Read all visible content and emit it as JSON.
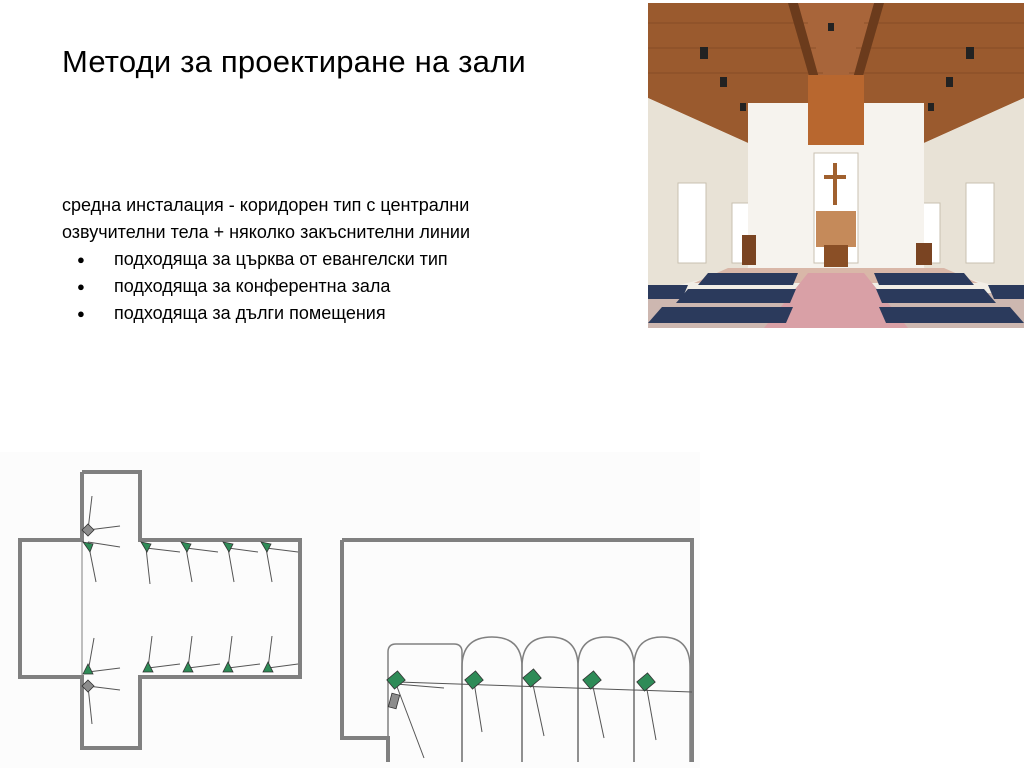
{
  "slide": {
    "title": "Методи за проектиране на зали",
    "intro_line1": "средна инсталация - коридорен тип с централни",
    "intro_line2": "озвучителни тела + няколко закъснителни линии",
    "bullets": [
      "подходяща за църква от евангелски тип",
      "подходяща за конферентна зала",
      "подходяща за дълги помещения"
    ]
  },
  "colors": {
    "plan_wall": "#808080",
    "speaker_green": "#2e8b57",
    "speaker_grey": "#8c8c8c",
    "wood": "#9a5a2e",
    "pews": "#2b3a5c",
    "carpet": "#d9a0a6"
  }
}
